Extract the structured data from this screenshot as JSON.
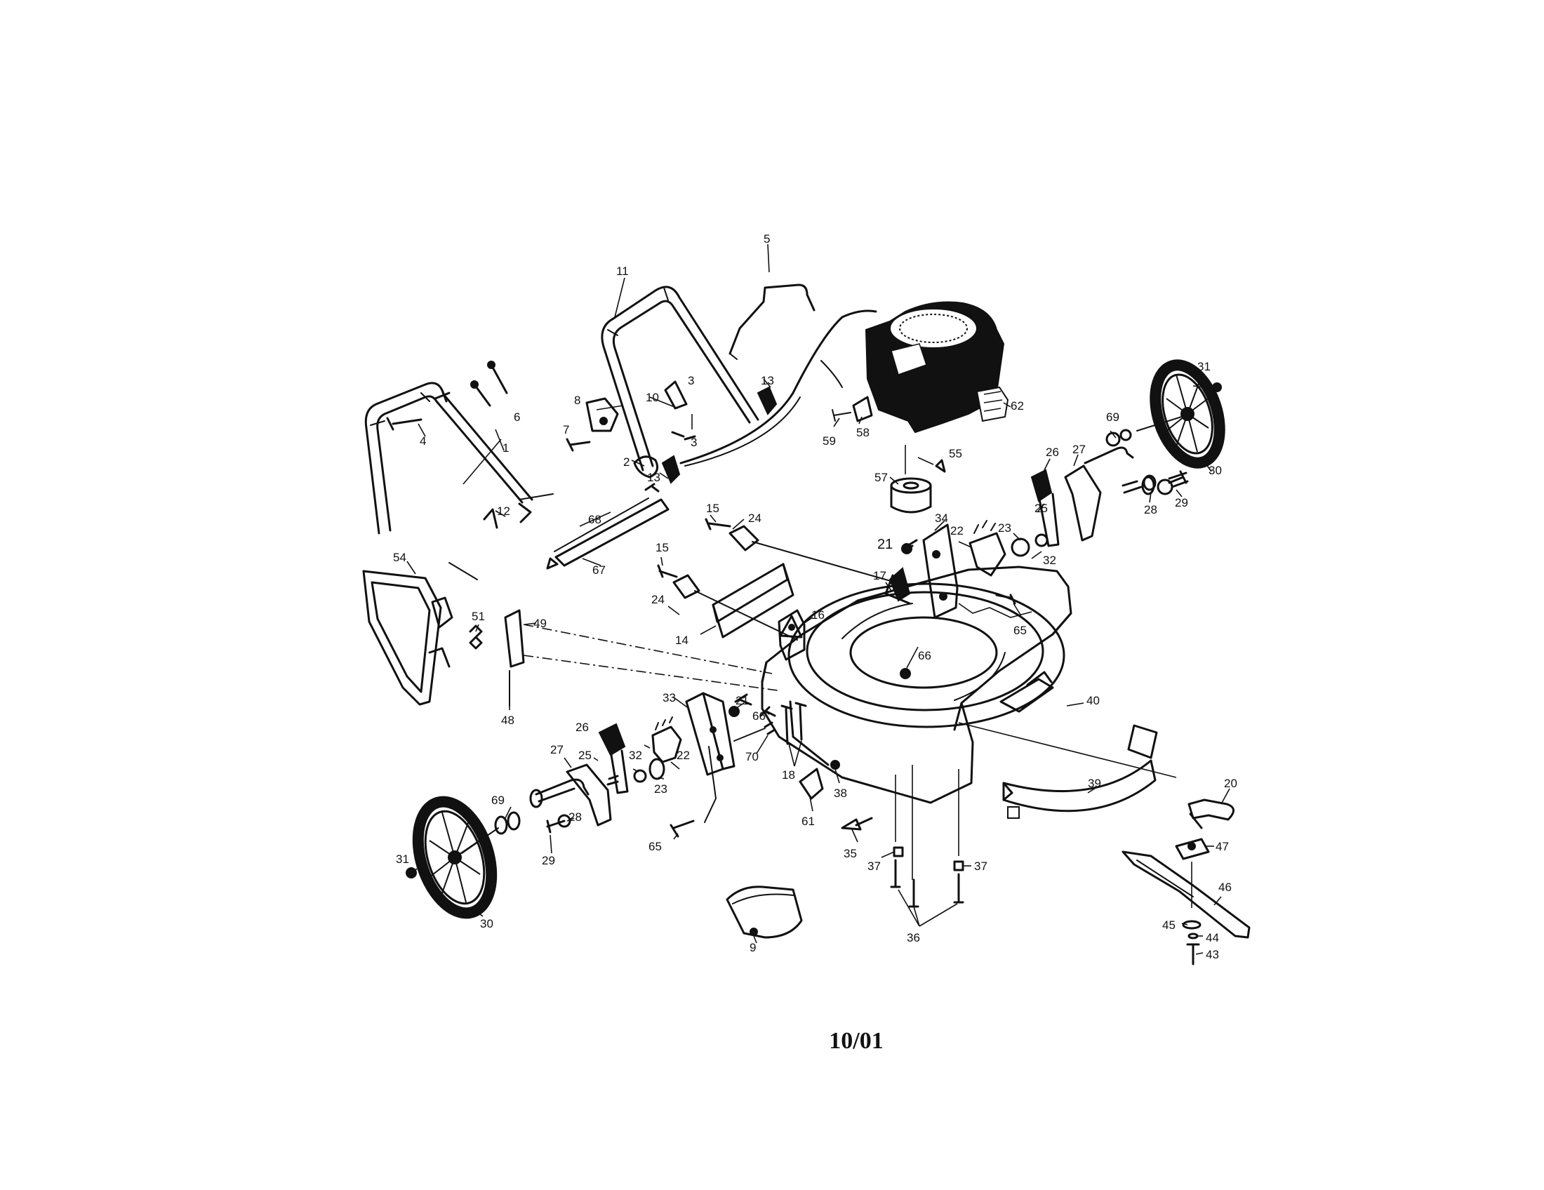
{
  "diagram": {
    "date_code": "10/01",
    "callouts": [
      {
        "id": "c1",
        "text": "1"
      },
      {
        "id": "c2",
        "text": "2"
      },
      {
        "id": "c3a",
        "text": "3"
      },
      {
        "id": "c3b",
        "text": "3"
      },
      {
        "id": "c4",
        "text": "4"
      },
      {
        "id": "c5",
        "text": "5"
      },
      {
        "id": "c6",
        "text": "6"
      },
      {
        "id": "c7",
        "text": "7"
      },
      {
        "id": "c8",
        "text": "8"
      },
      {
        "id": "c9",
        "text": "9"
      },
      {
        "id": "c10",
        "text": "10"
      },
      {
        "id": "c11",
        "text": "11"
      },
      {
        "id": "c12",
        "text": "12"
      },
      {
        "id": "c13a",
        "text": "13"
      },
      {
        "id": "c13b",
        "text": "13"
      },
      {
        "id": "c14",
        "text": "14"
      },
      {
        "id": "c15a",
        "text": "15"
      },
      {
        "id": "c15b",
        "text": "15"
      },
      {
        "id": "c16",
        "text": "16"
      },
      {
        "id": "c17",
        "text": "17"
      },
      {
        "id": "c18",
        "text": "18"
      },
      {
        "id": "c20",
        "text": "20"
      },
      {
        "id": "c21a",
        "text": "21"
      },
      {
        "id": "c21b",
        "text": "21"
      },
      {
        "id": "c22a",
        "text": "22"
      },
      {
        "id": "c22b",
        "text": "22"
      },
      {
        "id": "c23a",
        "text": "23"
      },
      {
        "id": "c23b",
        "text": "23"
      },
      {
        "id": "c24a",
        "text": "24"
      },
      {
        "id": "c24b",
        "text": "24"
      },
      {
        "id": "c25a",
        "text": "25"
      },
      {
        "id": "c25b",
        "text": "25"
      },
      {
        "id": "c26a",
        "text": "26"
      },
      {
        "id": "c26b",
        "text": "26"
      },
      {
        "id": "c27a",
        "text": "27"
      },
      {
        "id": "c27b",
        "text": "27"
      },
      {
        "id": "c28a",
        "text": "28"
      },
      {
        "id": "c28b",
        "text": "28"
      },
      {
        "id": "c29a",
        "text": "29"
      },
      {
        "id": "c29b",
        "text": "29"
      },
      {
        "id": "c30a",
        "text": "30"
      },
      {
        "id": "c30b",
        "text": "30"
      },
      {
        "id": "c31a",
        "text": "31"
      },
      {
        "id": "c31b",
        "text": "31"
      },
      {
        "id": "c32a",
        "text": "32"
      },
      {
        "id": "c32b",
        "text": "32"
      },
      {
        "id": "c33",
        "text": "33"
      },
      {
        "id": "c34",
        "text": "34"
      },
      {
        "id": "c35",
        "text": "35"
      },
      {
        "id": "c36",
        "text": "36"
      },
      {
        "id": "c37a",
        "text": "37"
      },
      {
        "id": "c37b",
        "text": "37"
      },
      {
        "id": "c38",
        "text": "38"
      },
      {
        "id": "c39",
        "text": "39"
      },
      {
        "id": "c40",
        "text": "40"
      },
      {
        "id": "c43",
        "text": "43"
      },
      {
        "id": "c44",
        "text": "44"
      },
      {
        "id": "c45",
        "text": "45"
      },
      {
        "id": "c46",
        "text": "46"
      },
      {
        "id": "c47",
        "text": "47"
      },
      {
        "id": "c48",
        "text": "48"
      },
      {
        "id": "c49",
        "text": "49"
      },
      {
        "id": "c51",
        "text": "51"
      },
      {
        "id": "c54",
        "text": "54"
      },
      {
        "id": "c55",
        "text": "55"
      },
      {
        "id": "c57",
        "text": "57"
      },
      {
        "id": "c58",
        "text": "58"
      },
      {
        "id": "c59",
        "text": "59"
      },
      {
        "id": "c61",
        "text": "61"
      },
      {
        "id": "c62",
        "text": "62"
      },
      {
        "id": "c65a",
        "text": "65"
      },
      {
        "id": "c65b",
        "text": "65"
      },
      {
        "id": "c66a",
        "text": "66"
      },
      {
        "id": "c66b",
        "text": "66"
      },
      {
        "id": "c67",
        "text": "67"
      },
      {
        "id": "c68",
        "text": "68"
      },
      {
        "id": "c69a",
        "text": "69"
      },
      {
        "id": "c69b",
        "text": "69"
      },
      {
        "id": "c70",
        "text": "70"
      }
    ]
  }
}
